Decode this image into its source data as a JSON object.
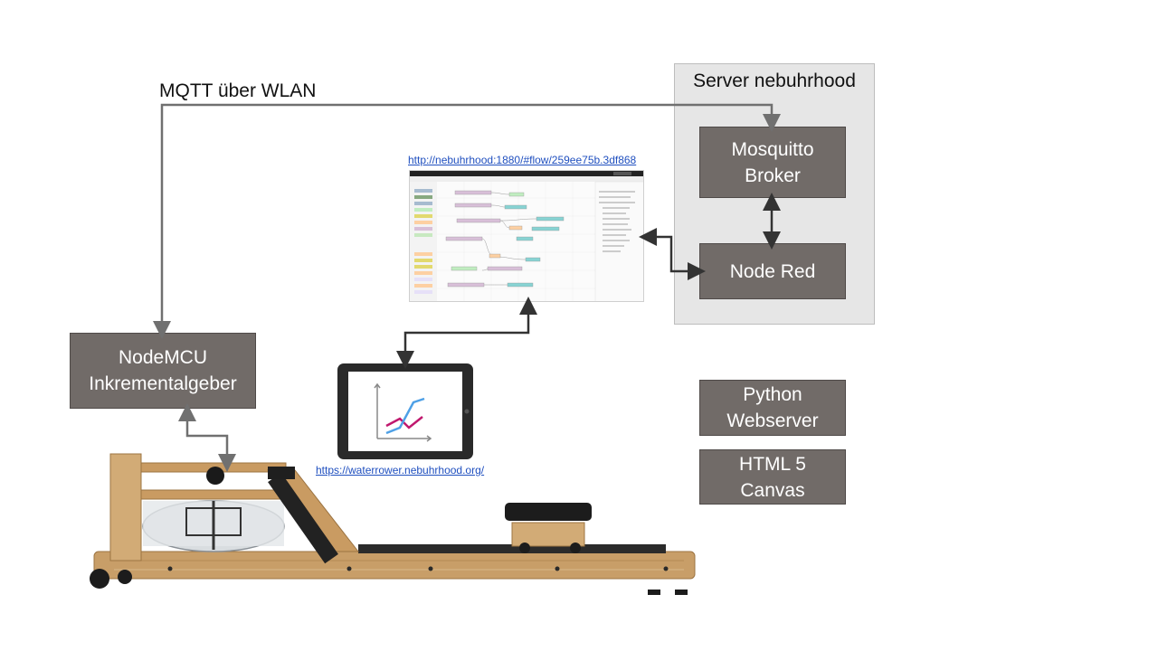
{
  "mqtt_label": "MQTT über WLAN",
  "server": {
    "title": "Server nebuhrhood",
    "mosquitto": "Mosquitto\nBroker",
    "node_red": "Node Red"
  },
  "nodemcu": "NodeMCU\nInkrementalgeber",
  "python": "Python\nWebserver",
  "html5": "HTML 5\nCanvas",
  "links": {
    "node_red_url": "http://nebuhrhood:1880/#flow/259ee75b.3df868",
    "webapp_url": "https://waterrower.nebuhrhood.org/"
  },
  "colors": {
    "box_fill": "#716b68",
    "panel_fill": "#e6e6e6",
    "arrow_gray": "#707070",
    "arrow_dark": "#333333"
  }
}
